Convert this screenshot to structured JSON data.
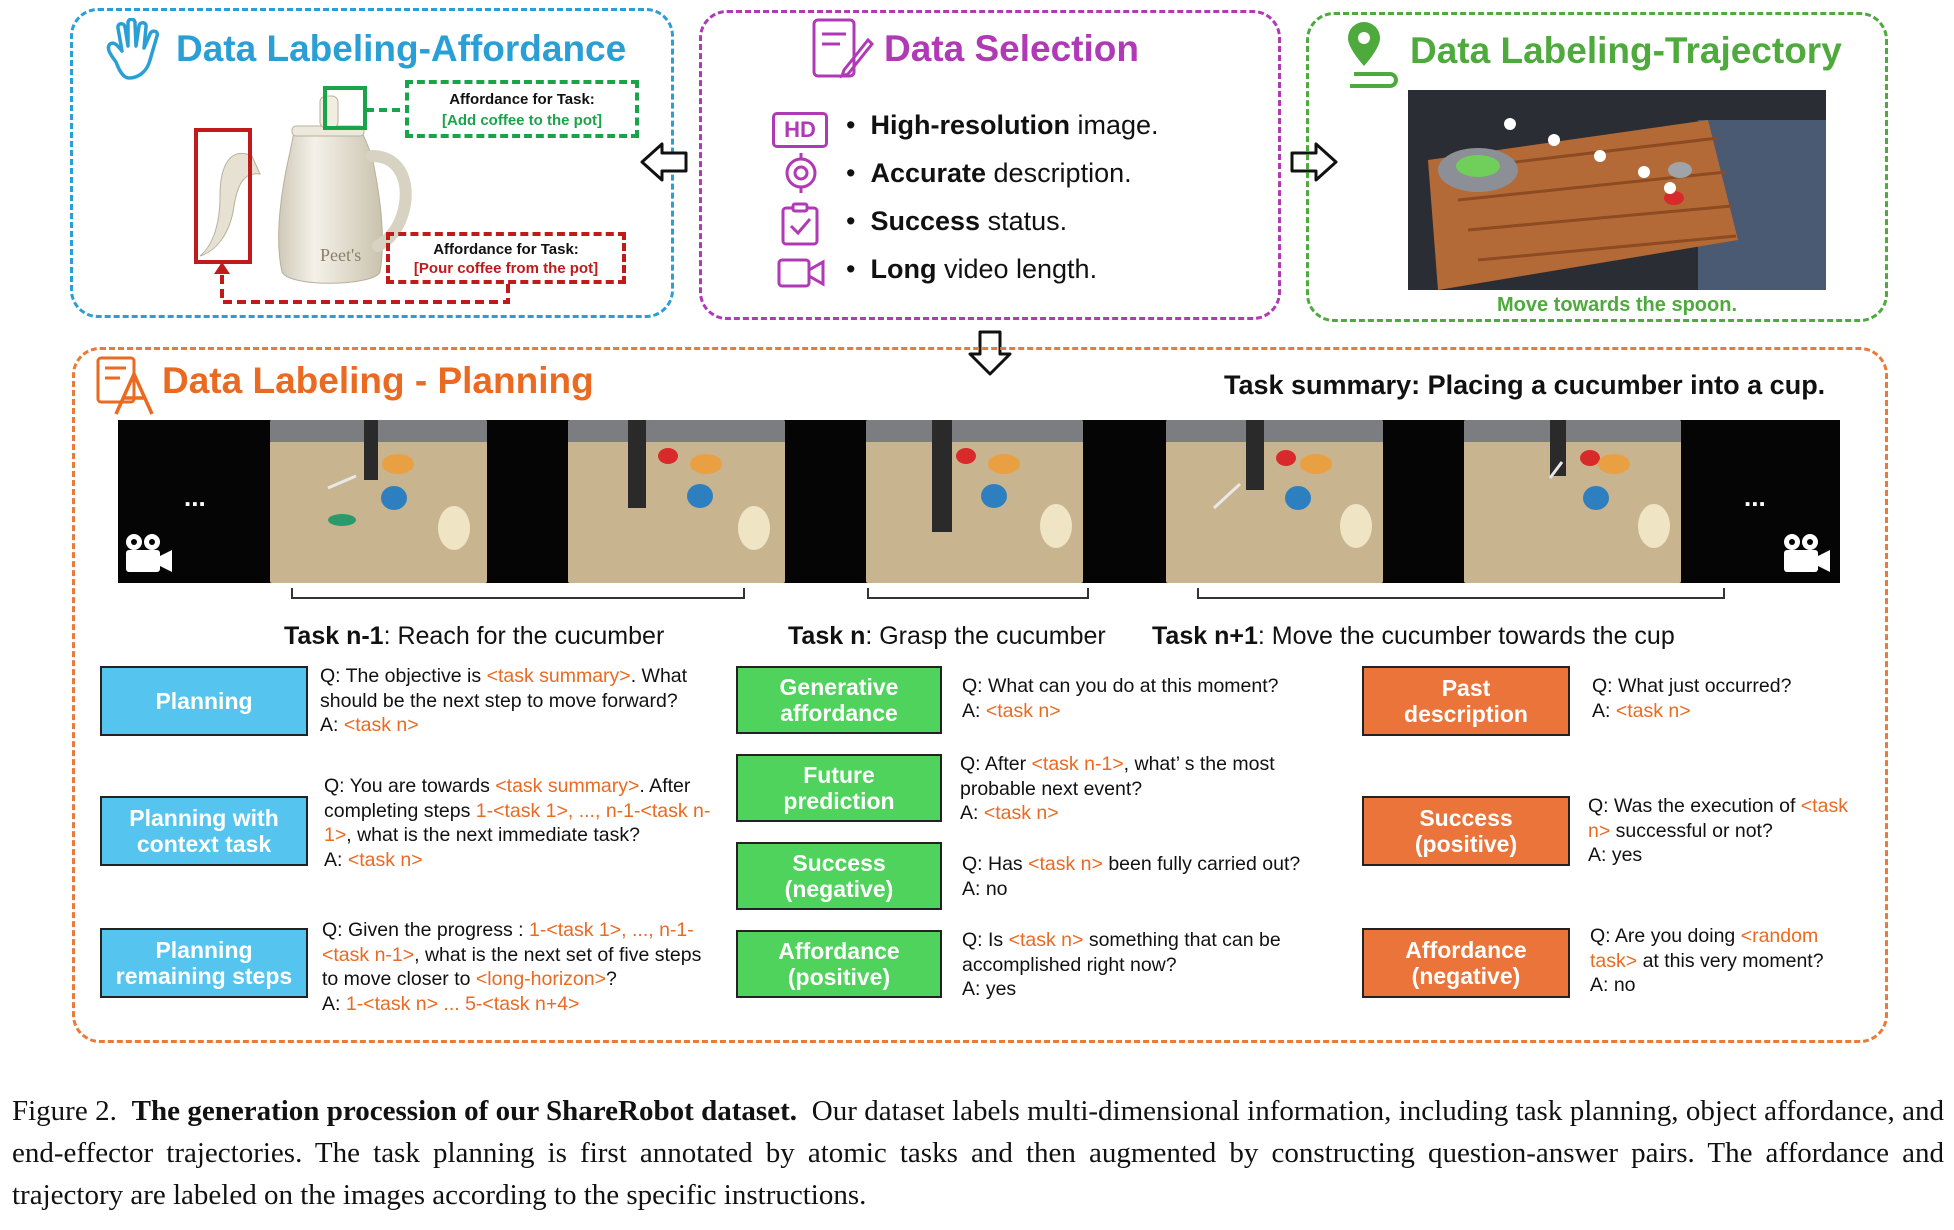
{
  "affordance": {
    "title": "Data Labeling-Affordance",
    "label_add_title": "Affordance for Task:",
    "label_add_task": "[Add coffee to the pot]",
    "label_pour_title": "Affordance for Task:",
    "label_pour_task": "[Pour coffee from the pot]",
    "pot_brand": "Peet's"
  },
  "selection": {
    "title": "Data Selection",
    "items": [
      {
        "icon": "hd-icon",
        "icon_text": "HD",
        "bold": "High-resolution",
        "rest": " image."
      },
      {
        "icon": "target-icon",
        "bold": "Accurate",
        "rest": " description."
      },
      {
        "icon": "clipboard-check-icon",
        "bold": "Success",
        "rest": " status."
      },
      {
        "icon": "video-camera-icon",
        "bold": "Long",
        "rest": " video length."
      }
    ]
  },
  "trajectory": {
    "title": "Data Labeling-Trajectory",
    "caption": "Move towards the spoon."
  },
  "planning": {
    "title": "Data Labeling - Planning",
    "summary": "Task summary: Placing a cucumber into a cup.",
    "ellipsis_left": "...",
    "ellipsis_right": "...",
    "tasks": [
      {
        "bold": "Task n-1",
        "rest": ": Reach for the cucumber"
      },
      {
        "bold": "Task n",
        "rest": ": Grasp the cucumber"
      },
      {
        "bold": "Task n+1",
        "rest": ": Move the cucumber towards the cup"
      }
    ],
    "labels": {
      "planning": "Planning",
      "planning_context": "Planning with context task",
      "planning_remaining": "Planning remaining steps",
      "generative_affordance": "Generative affordance",
      "future_prediction": "Future prediction",
      "success_negative": "Success (negative)",
      "affordance_positive": "Affordance (positive)",
      "past_description": "Past description",
      "success_positive": "Success (positive)",
      "affordance_negative": "Affordance (negative)"
    },
    "qa": {
      "planning": {
        "q1": "Q: The objective is ",
        "h1": "<task summary>",
        "q2": ". What should be the next step to move forward?",
        "a": "A: ",
        "ah": "<task n>"
      },
      "planning_context": {
        "q1": "Q: You are towards ",
        "h1": "<task summary>",
        "q2": ". After completing steps ",
        "h2": "1-<task 1>, ..., n-1-<task n-1>",
        "q3": ", what is the next immediate task?",
        "a": "A: ",
        "ah": "<task n>"
      },
      "planning_remaining": {
        "q1": "Q: Given the progress : ",
        "h1": "1-<task 1>, ..., n-1-<task n-1>",
        "q2": ", what is the next set of five steps to move closer to ",
        "h2": "<long-horizon>",
        "q3": "?",
        "a": "A: ",
        "ah": "1-<task n>   ... 5-<task n+4>"
      },
      "generative_affordance": {
        "q1": "Q: What can you do at this moment?",
        "a": "A: ",
        "ah": "<task n>"
      },
      "future_prediction": {
        "q1": "Q: After ",
        "h1": "<task n-1>",
        "q2": ", what’  s the most probable next event?",
        "a": "A: ",
        "ah": "<task n>"
      },
      "success_negative": {
        "q1": "Q: Has ",
        "h1": "<task n>",
        "q2": " been fully carried out?",
        "a": "A: no"
      },
      "affordance_positive": {
        "q1": "Q: Is ",
        "h1": "<task n>",
        "q2": " something that can be accomplished right now?",
        "a": "A: yes"
      },
      "past_description": {
        "q1": "Q: What just occurred?",
        "a": "A: ",
        "ah": "<task n>"
      },
      "success_positive": {
        "q1": "Q: Was the execution of ",
        "h1": "<task n>",
        "q2": " successful or not?",
        "a": "A: yes"
      },
      "affordance_negative": {
        "q1": "Q: Are you doing ",
        "h1": "<random task>",
        "q2": " at this very moment?",
        "a": "A: no"
      }
    }
  },
  "caption": {
    "label": "Figure 2.",
    "bold": "The generation procession of our ShareRobot dataset.",
    "text": "Our dataset labels multi-dimensional information, including task planning, object affordance, and end-effector trajectories. The task planning is first annotated by atomic tasks and then augmented by constructing question-answer pairs. The affordance and trajectory are labeled on the images according to the specific instructions."
  },
  "colors": {
    "affordance_border": "#2a9fd6",
    "selection_border": "#b03ab5",
    "trajectory_border": "#4eaa3c",
    "planning_border": "#ea7a3a",
    "accent_orange": "#ea6a22",
    "label_blue": "#55c5ef",
    "label_green": "#4fd35c",
    "label_orange": "#ea7439"
  }
}
